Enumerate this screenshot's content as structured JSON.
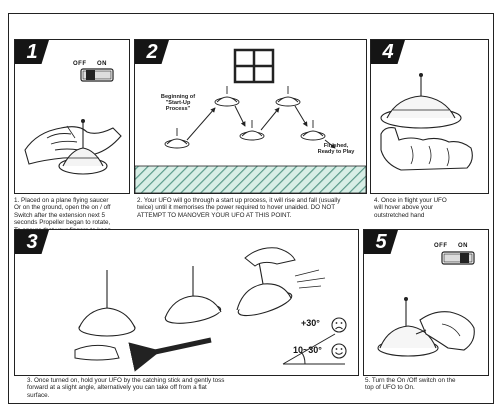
{
  "steps": [
    {
      "num": "1",
      "caption": "1. Placed on a plane flying saucer\n   Or on the ground, open the on / off\n   Switch after the extension next 5\n   seconds Propeller began to rotate,\n   To ensure that your fingers to keep\n   Clear, at any time."
    },
    {
      "num": "2",
      "caption": "2. Your UFO will go through a start up process, it will rise and fall (usually\n    twice) until it memorises the power required to hover unaided. DO NOT\n    ATTEMPT TO MANOVER YOUR UFO AT THIS POINT."
    },
    {
      "num": "4",
      "caption": "4. Once in flight your UFO\n    will hover above your\n    outstretched hand"
    },
    {
      "num": "3",
      "caption": "3. Once turned on, hold your UFO by the catching stick and gently toss\n    forward at a slight angle, alternatively you can take off from a flat\n    surface."
    },
    {
      "num": "5",
      "caption": "5. Turn the On /Off switch on the\n    top of UFO to On."
    }
  ],
  "switch": {
    "off": "OFF",
    "on": "ON"
  },
  "panel2": {
    "start_label": "Beginning of\n\"Start-Up\nProcess\"",
    "end_label": "Finished,\nReady to Play"
  },
  "panel3": {
    "angle_plus": "+30°",
    "angle_range": "10~30°"
  },
  "colors": {
    "dark": "#151515",
    "hatch": "#5a9a8a",
    "hatch_bg": "#d8eee6"
  }
}
